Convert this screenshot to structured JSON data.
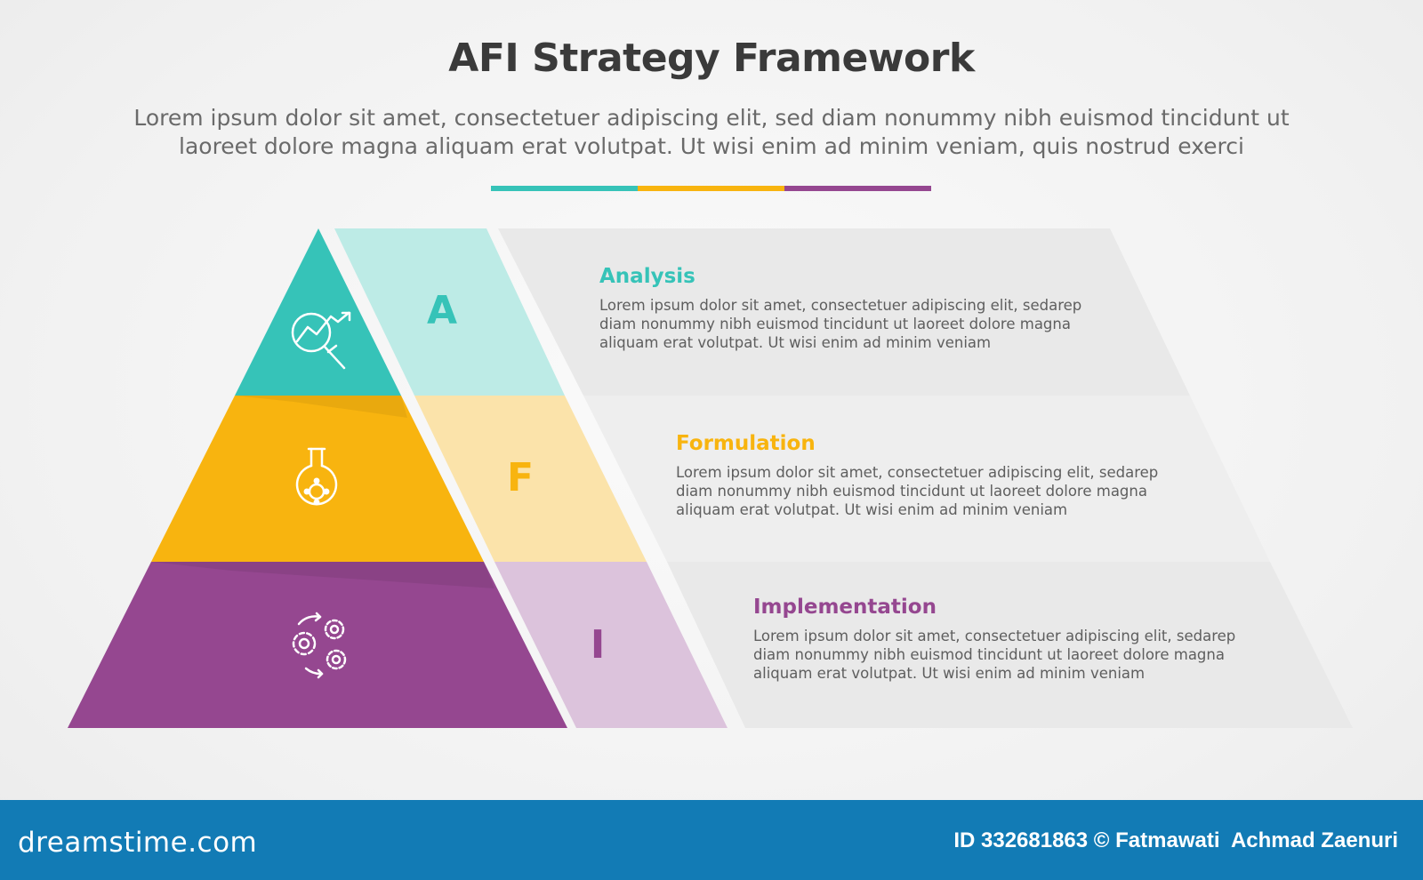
{
  "header": {
    "title": "AFI Strategy Framework",
    "subtitle_lines": [
      "Lorem ipsum dolor sit amet, consectetuer adipiscing elit, sed diam nonummy nibh euismod tincidunt ut",
      "laoreet dolore magna aliquam erat volutpat. Ut wisi enim ad minim veniam, quis nostrud exerci"
    ]
  },
  "colors": {
    "teal": "#36c3b8",
    "teal_light": "#bdebe6",
    "yellow": "#f8b40f",
    "yellow_light": "#fbe3aa",
    "purple": "#954790",
    "purple_light": "#dcc3dc",
    "panel": "#e9e9e9",
    "footer": "#127bb5"
  },
  "steps": [
    {
      "letter": "A",
      "title": "Analysis",
      "icon": "analysis-magnifier-chart-icon",
      "desc_lines": [
        "Lorem ipsum dolor sit amet, consectetuer adipiscing elit, sedarep",
        "diam nonummy nibh euismod tincidunt ut laoreet dolore magna",
        "aliquam erat volutpat. Ut wisi enim ad minim veniam"
      ]
    },
    {
      "letter": "F",
      "title": "Formulation",
      "icon": "flask-icon",
      "desc_lines": [
        "Lorem ipsum dolor sit amet, consectetuer adipiscing elit, sedarep",
        "diam nonummy nibh euismod tincidunt ut laoreet dolore magna",
        "aliquam erat volutpat. Ut wisi enim ad minim veniam"
      ]
    },
    {
      "letter": "I",
      "title": "Implementation",
      "icon": "gears-icon",
      "desc_lines": [
        "Lorem ipsum dolor sit amet, consectetuer adipiscing elit, sedarep",
        "diam nonummy nibh euismod tincidunt ut laoreet dolore magna",
        "aliquam erat volutpat. Ut wisi enim ad minim veniam"
      ]
    }
  ],
  "footer": {
    "brand": "dreamstime.com",
    "credit": "ID 332681863 © Fatmawati  Achmad Zaenuri"
  }
}
